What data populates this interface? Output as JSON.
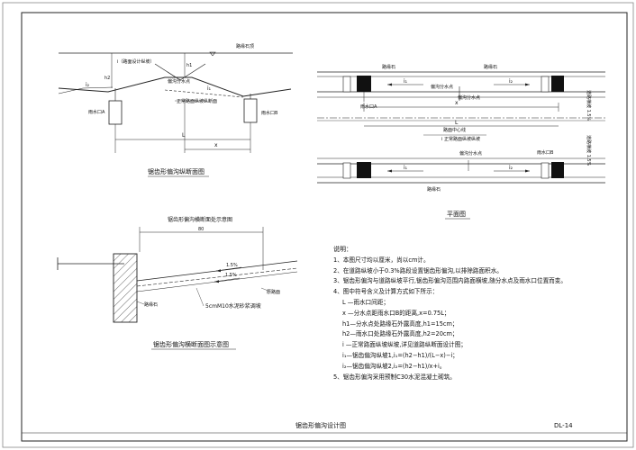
{
  "sheet": {
    "title": "锯齿形偏沟设计图",
    "code": "DL-14"
  },
  "profile": {
    "caption": "锯齿形偏沟纵断面图",
    "top_label": "路缘石顶",
    "label_h1": "i（路面设计纵坡）",
    "label_split": "偏沟分水点",
    "label_base": "正常路面纵坡纵断面",
    "inlet_a": "雨水口A",
    "inlet_b": "雨水口B",
    "slope_i1": "i₁",
    "slope_i2": "i₂",
    "dim_h1": "h1",
    "dim_h2": "h2",
    "dim_L": "L",
    "dim_x": "x"
  },
  "plan": {
    "caption": "平面图",
    "curb_top": "路缘石",
    "curb_top2": "路缘石",
    "curb_bottom": "路缘石",
    "inlet_a": "雨水口A",
    "inlet_b": "雨水口B",
    "split": "偏沟分水点",
    "center_label": "路面中心线",
    "slope_label": "i 正常路面纵坡纵坡",
    "grade_right1": "道路横坡 1.5%",
    "grade_right2": "道路横坡 1.5%",
    "dim_x": "x",
    "dim_L": "L",
    "slope_i1": "i₁",
    "slope_i2": "i₂"
  },
  "cross": {
    "caption": "锯齿形偏沟横断面图示意图",
    "top_title": "锯齿形偏沟横断面处示意图",
    "dim_b": "80",
    "grade1": "1.5%",
    "grade2": "1.5%",
    "label_curb": "路缘石",
    "label_mortar": "5cmM10水泥砂浆调坡",
    "label_edge": "原路面"
  },
  "notes": {
    "head": "说明：",
    "items": [
      "1、本图尺寸均以厘米，尚以cm计。",
      "2、在道路纵坡小于0.3%路段设置锯齿形偏沟,以排除路面积水。",
      "3、锯齿形偏沟与道路纵坡平行,锯齿形偏沟范围内路面横坡,随分水点及雨水口位置而变。",
      "4、图中符号含义及计算方式如下所示："
    ],
    "sub_items": [
      "L  —雨水口间距；",
      "x  —分水点距雨水口B的距离,x=0.75L；",
      "h1—分水点处路缘石外露高度,h1=15cm；",
      "h2—雨水口处路缘石外露高度,h2=20cm；",
      "i   —正常路面纵坡纵坡,详见道路纵断面设计图；",
      "i₁—锯齿偏沟纵坡1,i₁=(h2−h1)/(L−x)−i；",
      "i₂—锯齿偏沟纵坡2,i₂=(h2−h1)/x+i。"
    ],
    "last": "5、锯齿形偏沟采用预制C30水泥混凝土砌筑。"
  }
}
